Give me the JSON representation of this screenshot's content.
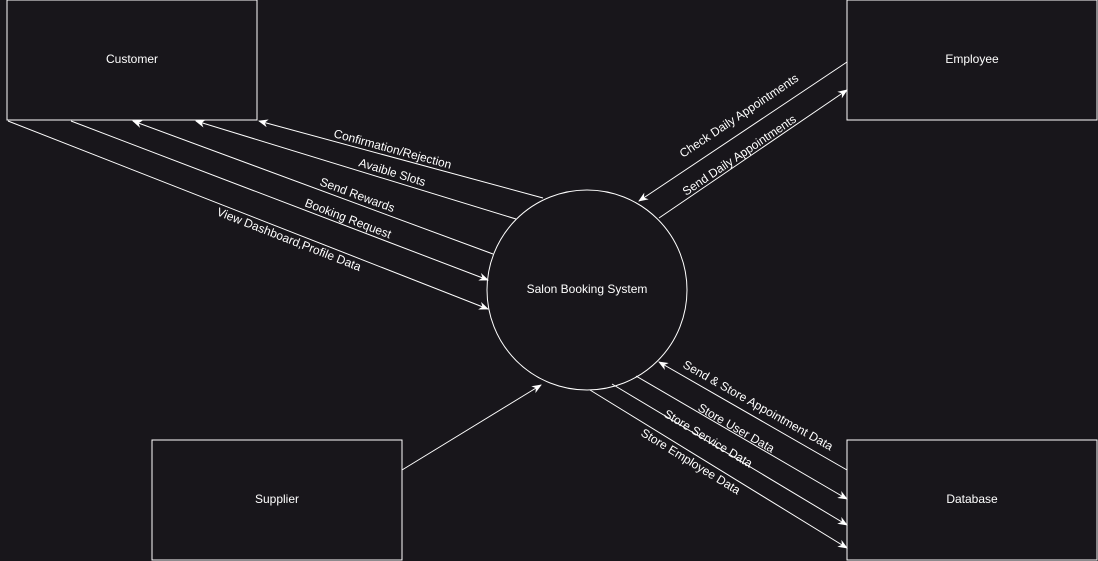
{
  "diagram": {
    "process": "Salon Booking System",
    "entities": {
      "customer": "Customer",
      "employee": "Employee",
      "supplier": "Supplier",
      "database": "Database"
    },
    "flows": {
      "confirmation": "Confirmation/Rejection",
      "slots": "Avaible Slots",
      "rewards": "Send Rewards",
      "booking": "Booking Request",
      "dashboard": "View Dashboard,Profile Data",
      "check_daily": "Check Daily Appointments",
      "send_daily": "Send Daily Appointments",
      "store_appointment": "Send & Store Appointment Data",
      "store_user": "Store User Data",
      "store_service": "Store Service Data",
      "store_employee": "Store Employee Data"
    }
  },
  "colors": {
    "background": "#18161b",
    "stroke": "#ffffff",
    "text": "#ffffff"
  }
}
